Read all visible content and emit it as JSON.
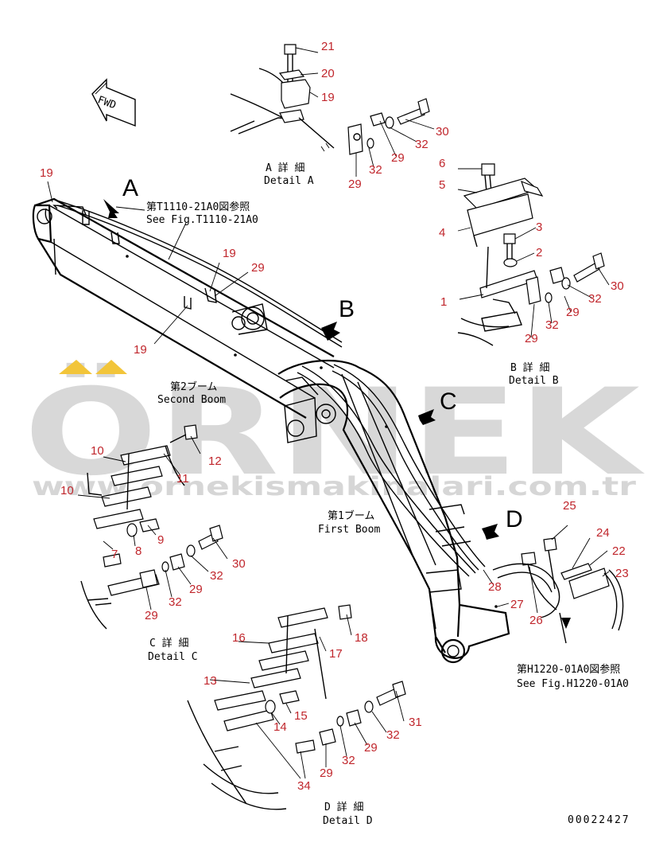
{
  "watermark": {
    "brand": "ÖRNEK",
    "url": "www.ornekismakinalari.com.tr",
    "accent": "#f2c53a"
  },
  "fwd_label": "FWD",
  "view_markers": {
    "a": "A",
    "b": "B",
    "c": "C",
    "d": "D"
  },
  "refs": {
    "t1110_jp": "第T1110-21A0図参照",
    "t1110_en": "See Fig.T1110-21A0",
    "h1220_jp": "第H1220-01A0図参照",
    "h1220_en": "See Fig.H1220-01A0"
  },
  "boom_labels": {
    "second_jp": "第2ブーム",
    "second_en": "Second Boom",
    "first_jp": "第1ブーム",
    "first_en": "First Boom"
  },
  "details": {
    "a_jp": "A 詳 細",
    "a_en": "Detail A",
    "b_jp": "B 詳 細",
    "b_en": "Detail B",
    "c_jp": "C 詳 細",
    "c_en": "Detail C",
    "d_jp": "D 詳 細",
    "d_en": "Detail D"
  },
  "callouts": {
    "a21": "21",
    "a20": "20",
    "a19": "19",
    "a30": "30",
    "a32a": "32",
    "a29a": "29",
    "a32b": "32",
    "a29b": "29",
    "b6": "6",
    "b5": "5",
    "b3": "3",
    "b4": "4",
    "b2": "2",
    "b1": "1",
    "b30": "30",
    "b32a": "32",
    "b29a": "29",
    "b32b": "32",
    "b29b": "29",
    "m19a": "19",
    "m19b": "19",
    "m29": "29",
    "m19c": "19",
    "c10a": "10",
    "c10b": "10",
    "c12": "12",
    "c11": "11",
    "c9": "9",
    "c8": "8",
    "c7": "7",
    "c30": "30",
    "c32a": "32",
    "c29a": "29",
    "c32b": "32",
    "c29b": "29",
    "d25": "25",
    "d24": "24",
    "d22": "22",
    "d23": "23",
    "d28": "28",
    "d27": "27",
    "d26": "26",
    "e16": "16",
    "e18": "18",
    "e17": "17",
    "e13": "13",
    "e15": "15",
    "e14": "14",
    "e31": "31",
    "e29a": "29",
    "e32a": "32",
    "e32b": "32",
    "e29b": "29",
    "e34": "34"
  },
  "drawing_number": "00022427"
}
